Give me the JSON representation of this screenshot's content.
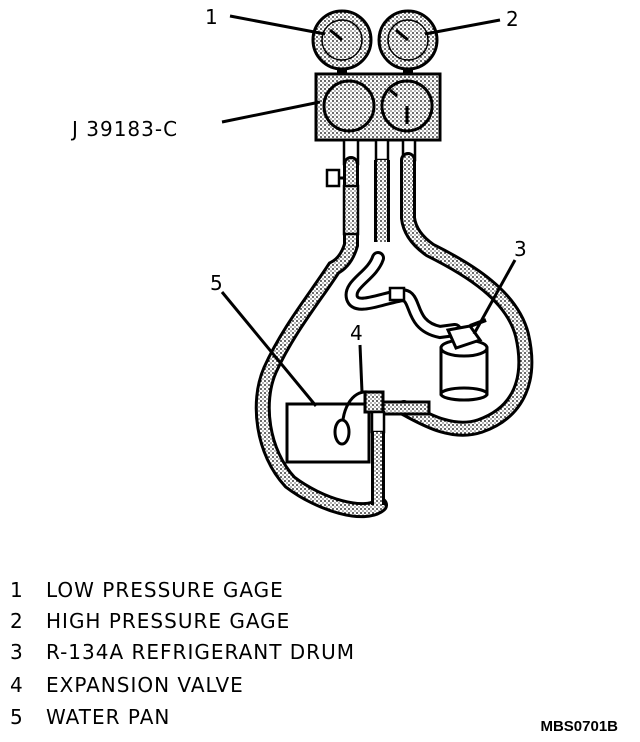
{
  "callouts": {
    "c1": "1",
    "c2": "2",
    "c3": "3",
    "c4": "4",
    "c5": "5"
  },
  "tool_label": "J 39183-C",
  "legend": [
    {
      "number": "1",
      "text": "LOW PRESSURE GAGE"
    },
    {
      "number": "2",
      "text": "HIGH PRESSURE GAGE"
    },
    {
      "number": "3",
      "text": "R-134A REFRIGERANT DRUM"
    },
    {
      "number": "4",
      "text": "EXPANSION VALVE"
    },
    {
      "number": "5",
      "text": "WATER PAN"
    }
  ],
  "figure_code": "MBS0701B"
}
